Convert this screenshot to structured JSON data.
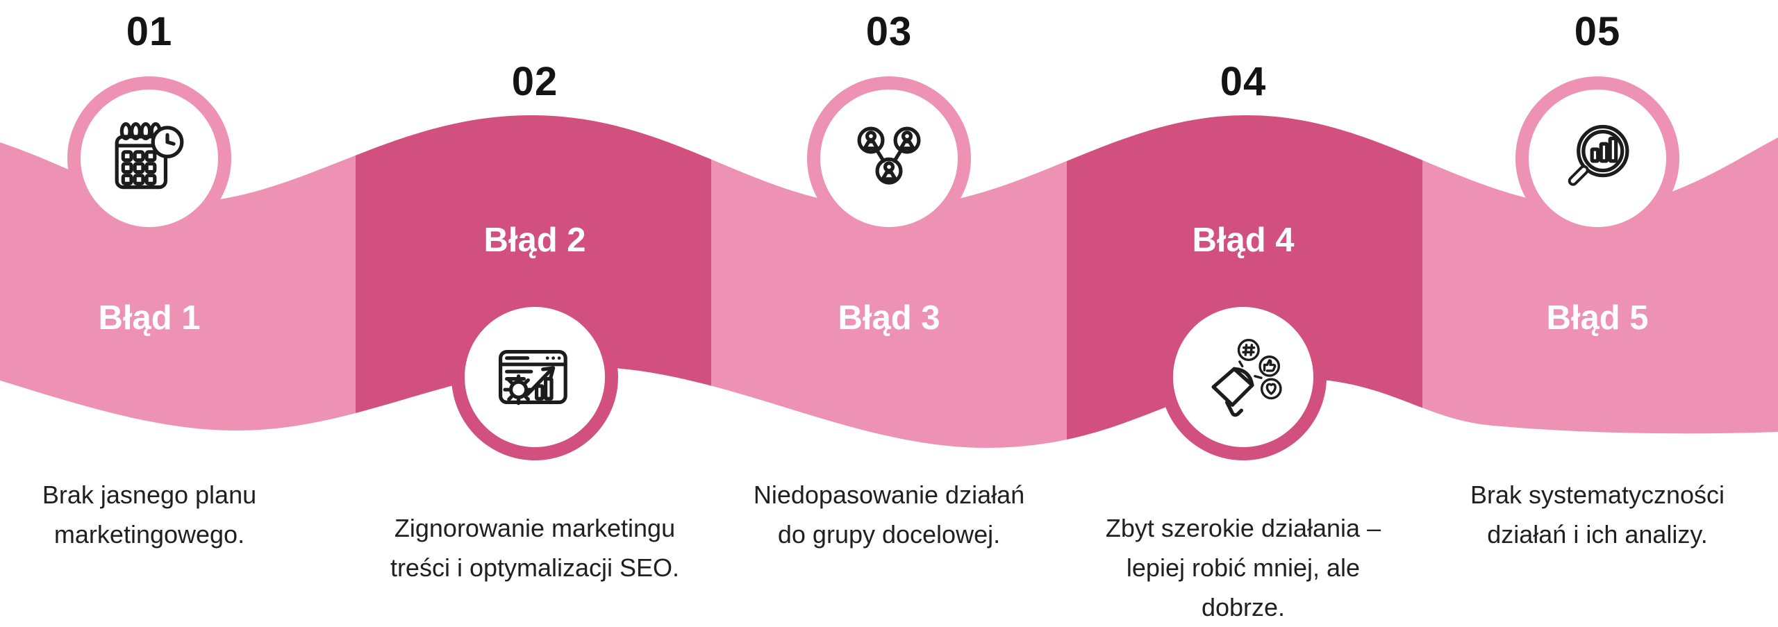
{
  "title_none_visible": "",
  "colors": {
    "light_pink": "#EE92B3",
    "dark_pink": "#D2507D",
    "ink": "#1C1C1E",
    "white": "#FFFFFF"
  },
  "steps": [
    {
      "number": "01",
      "badge": "Błąd 1",
      "description": "Brak jasnego planu\nmarketingowego.",
      "icon": "calendar-clock-icon"
    },
    {
      "number": "02",
      "badge": "Błąd 2",
      "description": "Zignorowanie marketingu\ntreści i optymalizacji SEO.",
      "icon": "seo-browser-icon"
    },
    {
      "number": "03",
      "badge": "Błąd 3",
      "description": "Niedopasowanie działań\ndo grupy docelowej.",
      "icon": "audience-network-icon"
    },
    {
      "number": "04",
      "badge": "Błąd 4",
      "description": "Zbyt szerokie działania –\nlepiej robić mniej, ale\ndobrze.",
      "icon": "megaphone-social-icon"
    },
    {
      "number": "05",
      "badge": "Błąd 5",
      "description": "Brak systematyczności\ndziałań i ich analizy.",
      "icon": "magnifier-chart-icon"
    }
  ]
}
